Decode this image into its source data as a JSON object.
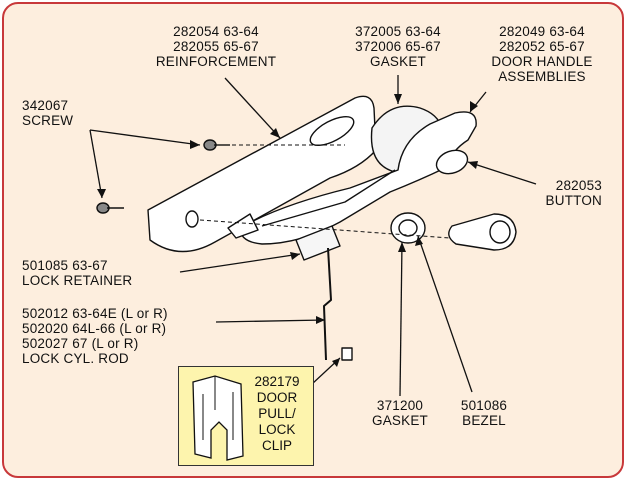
{
  "colors": {
    "border": "#c8383a",
    "background": "#fdeede",
    "clip_box": "#fdf4ad"
  },
  "labels": {
    "reinforcement": {
      "lines": [
        "282054  63-64",
        "282055  65-67",
        "REINFORCEMENT"
      ]
    },
    "gasket_top": {
      "lines": [
        "372005  63-64",
        "372006  65-67",
        "GASKET"
      ]
    },
    "door_handle": {
      "lines": [
        "282049  63-64",
        "282052  65-67",
        "DOOR HANDLE",
        "ASSEMBLIES"
      ]
    },
    "screw": {
      "lines": [
        "342067",
        "SCREW"
      ]
    },
    "button": {
      "lines": [
        "282053",
        "BUTTON"
      ]
    },
    "lock_retainer": {
      "lines": [
        "501085  63-67",
        "LOCK RETAINER"
      ]
    },
    "lock_rod": {
      "lines": [
        "502012  63-64E  (L or R)",
        "502020  64L-66  (L or R)",
        "502027  67  (L or R)",
        "LOCK CYL. ROD"
      ]
    },
    "gasket_bottom": {
      "lines": [
        "371200",
        "GASKET"
      ]
    },
    "bezel": {
      "lines": [
        "501086",
        "BEZEL"
      ]
    },
    "clip": {
      "lines": [
        "282179",
        "DOOR",
        "PULL/",
        "LOCK",
        "CLIP"
      ]
    }
  }
}
